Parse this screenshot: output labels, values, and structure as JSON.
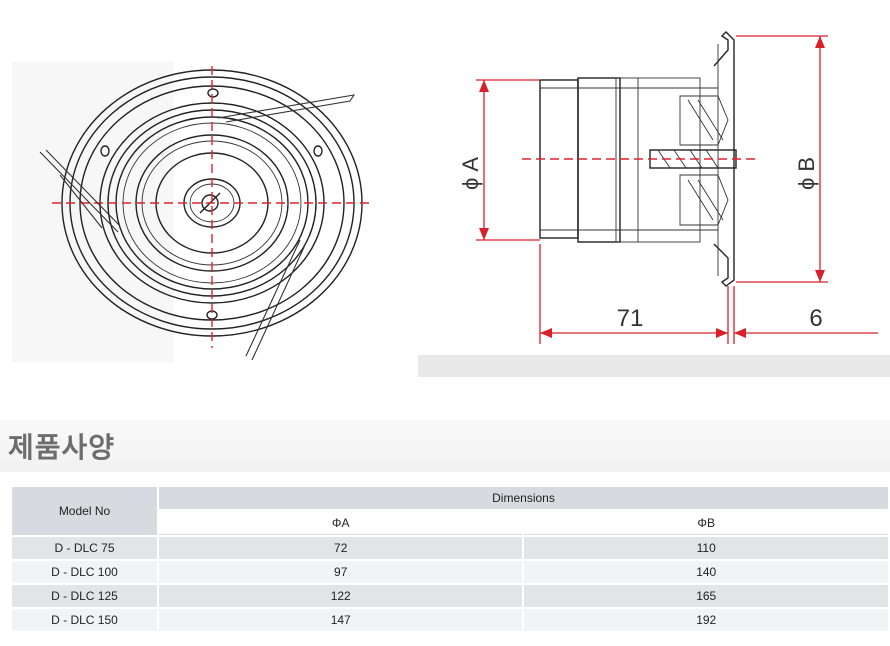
{
  "drawing": {
    "dim_phi_a": "ϕ A",
    "dim_phi_b": "ϕ B",
    "dim_length": "71",
    "dim_flange": "6"
  },
  "section": {
    "title": "제품사양"
  },
  "table": {
    "model_header": "Model  No",
    "dimensions_header": "Dimensions",
    "sub_headers": [
      "ΦA",
      "ΦB"
    ],
    "rows": [
      {
        "model": "D - DLC   75",
        "a": "72",
        "b": "110"
      },
      {
        "model": "D - DLC  100",
        "a": "97",
        "b": "140"
      },
      {
        "model": "D - DLC  125",
        "a": "122",
        "b": "165"
      },
      {
        "model": "D - DLC  150",
        "a": "147",
        "b": "192"
      }
    ]
  },
  "colors": {
    "dimension_line": "#d8202a",
    "header_fill": "#d7dade",
    "row_fill_odd": "#e2e4e8",
    "row_fill_even": "#f2f3f5",
    "title_text": "#6d6d6d"
  }
}
